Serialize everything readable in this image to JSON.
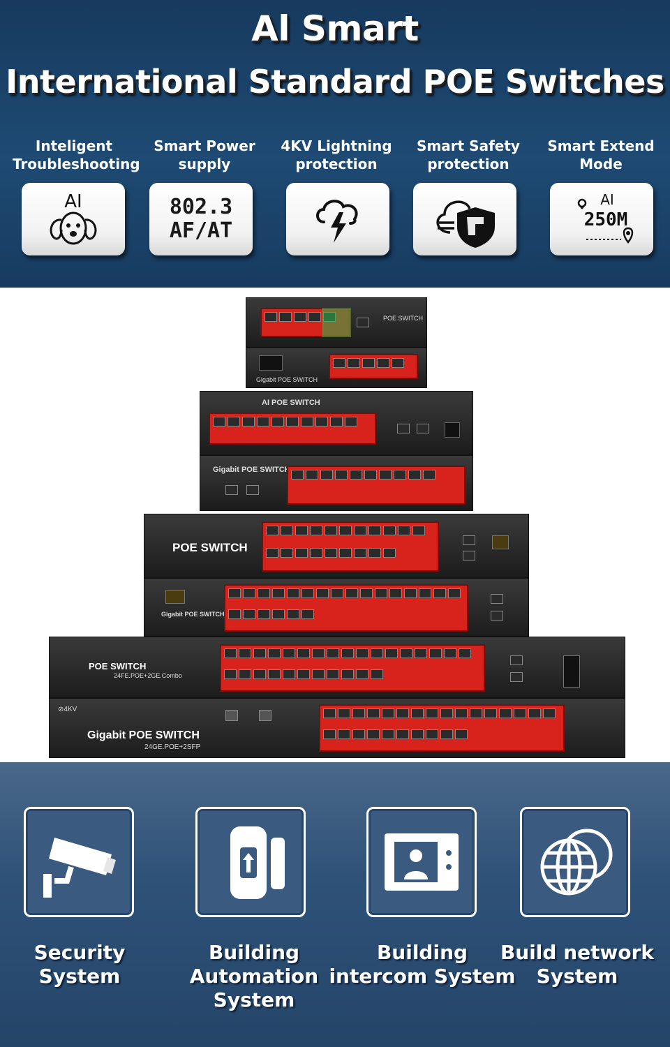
{
  "header": {
    "line1": "Al Smart",
    "line2": "International Standard POE Switches"
  },
  "features": [
    {
      "label": "Inteligent Troubleshooting",
      "icon": "ai-dog-icon",
      "box_text": "AI"
    },
    {
      "label": "Smart Power supply",
      "icon": "standard-text",
      "box_text": "802.3 AF/AT"
    },
    {
      "label": "4KV Lightning protection",
      "icon": "cloud-lightning-icon",
      "box_text": ""
    },
    {
      "label": "Smart Safety protection",
      "icon": "cloud-shield-icon",
      "box_text": ""
    },
    {
      "label": "Smart Extend Mode",
      "icon": "location-distance-icon",
      "box_text": "AI 250M"
    }
  ],
  "switches": [
    {
      "name": "POE SWITCH"
    },
    {
      "name": "Gigabit POE SWITCH"
    },
    {
      "name": "AI POE SWITCH"
    },
    {
      "name": "Gigabit POE SWITCH"
    },
    {
      "name": "POE SWITCH"
    },
    {
      "name": "Gigabit POE SWITCH"
    },
    {
      "name": "POE SWITCH",
      "model": "24FE.POE+2GE.Combo"
    },
    {
      "name": "Gigabit  POE  SWITCH",
      "model": "24GE.POE+2SFP"
    }
  ],
  "applications": [
    {
      "label": "Security System",
      "icon": "security-camera-icon"
    },
    {
      "label": "Building Automation System",
      "icon": "door-sensor-icon"
    },
    {
      "label": "Building intercom System",
      "icon": "video-intercom-icon"
    },
    {
      "label": "Build network System",
      "icon": "globe-network-icon"
    }
  ],
  "colors": {
    "header_bg": "#1e4a73",
    "port_red": "#d8231c",
    "footer_bg": "#2f5279"
  }
}
